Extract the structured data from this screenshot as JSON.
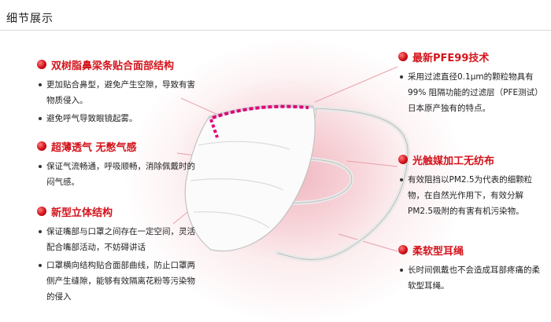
{
  "page": {
    "title": "细节展示"
  },
  "left_sections": [
    {
      "title": "双树脂鼻梁条贴合面部结构",
      "bullets": [
        "更加贴合鼻型，避免产生空隙，导致有害物质侵入。",
        "避免呼气导致眼镜起雾。"
      ]
    },
    {
      "title": "超薄透气 无憋气感",
      "bullets": [
        "保证气流畅通，呼吸顺畅，消除佩戴时的闷气感。"
      ]
    },
    {
      "title": "新型立体结构",
      "bullets": [
        "保证嘴部与口罩之间存在一定空间，灵活配合嘴部活动，不妨碍讲话",
        "口罩横向结构贴合面部曲线，防止口罩两侧产生缝隙，能够有效隔离花粉等污染物的侵入"
      ]
    }
  ],
  "right_sections": [
    {
      "title": "最新PFE99技术",
      "bullets": [
        "采用过滤直径0.1μm的颗粒物具有99% 阻隔功能的过滤层（PFE测试）日本原产独有的特点。"
      ]
    },
    {
      "title": "光触媒加工无纺布",
      "bullets": [
        "有效阻挡以PM2.5为代表的细颗粒物，在自然光作用下，有效分解PM2.5吸附的有害有机污染物。"
      ]
    },
    {
      "title": "柔软型耳绳",
      "bullets": [
        "长时间佩戴也不会造成耳部疼痛的柔软型耳绳。"
      ]
    }
  ],
  "colors": {
    "accent": "#d3141c",
    "nose_strip": "#e0007a",
    "text": "#222222"
  },
  "icons": {
    "bullet_dot": "red-dot-icon"
  }
}
